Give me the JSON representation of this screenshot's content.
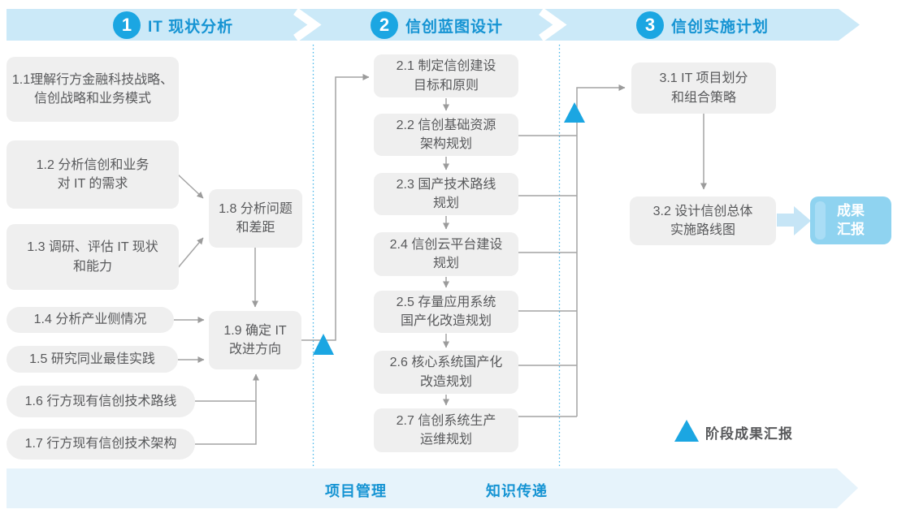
{
  "header": {
    "phases": [
      {
        "number": "1",
        "title": "IT 现状分析"
      },
      {
        "number": "2",
        "title": "信创蓝图设计"
      },
      {
        "number": "3",
        "title": "信创实施计划"
      }
    ]
  },
  "phase1": {
    "boxes": [
      {
        "text": "1.1理解行方金融科技战略、\n信创战略和业务模式"
      },
      {
        "text": "1.2 分析信创和业务\n对 IT 的需求"
      },
      {
        "text": "1.3 调研、评估 IT 现状\n和能力"
      },
      {
        "text": "1.4 分析产业侧情况"
      },
      {
        "text": "1.5 研究同业最佳实践"
      },
      {
        "text": "1.6 行方现有信创技术路线"
      },
      {
        "text": "1.7 行方现有信创技术架构"
      },
      {
        "text": "1.8 分析问题\n和差距"
      },
      {
        "text": "1.9 确定 IT\n改进方向"
      }
    ]
  },
  "phase2": {
    "boxes": [
      {
        "text": "2.1 制定信创建设\n目标和原则"
      },
      {
        "text": "2.2 信创基础资源\n架构规划"
      },
      {
        "text": "2.3 国产技术路线\n规划"
      },
      {
        "text": "2.4 信创云平台建设\n规划"
      },
      {
        "text": "2.5 存量应用系统\n国产化改造规划"
      },
      {
        "text": "2.6 核心系统国产化\n改造规划"
      },
      {
        "text": "2.7 信创系统生产\n运维规划"
      }
    ]
  },
  "phase3": {
    "boxes": [
      {
        "text": "3.1 IT 项目划分\n和组合策略"
      },
      {
        "text": "3.2 设计信创总体\n实施路线图"
      }
    ]
  },
  "deliverable": {
    "text": "成果\n汇报"
  },
  "legend": {
    "label": "阶段成果汇报"
  },
  "footer": {
    "items": [
      {
        "label": "项目管理"
      },
      {
        "label": "知识传递"
      }
    ]
  },
  "colors": {
    "accent_blue": "#1BA6E2",
    "header_band": "#CBE9F8",
    "header_text": "#1694D3",
    "footer_band": "#E6F3FB",
    "node_bg": "#EFEFEF",
    "node_text": "#58595B",
    "connector": "#A4A4A4",
    "deliverable_bg": "#8FD3F0",
    "flow_arrow": "#C6E5F6",
    "divider_dotted": "#45B5E8"
  }
}
